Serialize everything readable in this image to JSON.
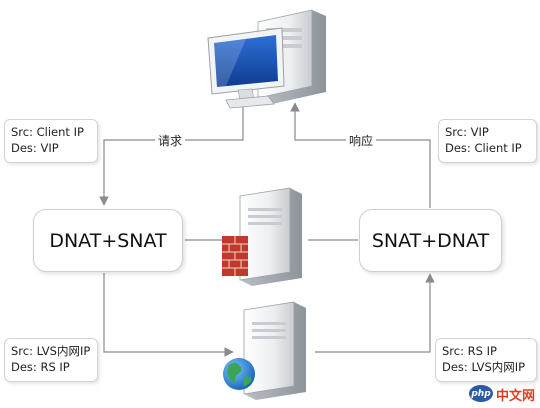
{
  "diagram": {
    "nodes": {
      "dnat_snat": "DNAT+SNAT",
      "snat_dnat": "SNAT+DNAT"
    },
    "edge_labels": {
      "request": "请求",
      "response": "响应"
    },
    "notes": {
      "client_to_lvs": {
        "src": "Src: Client IP",
        "des": "Des: VIP"
      },
      "lvs_to_client": {
        "src": "Src: VIP",
        "des": "Des: Client IP"
      },
      "lvs_to_rs": {
        "src": "Src: LVS内网IP",
        "des": "Des: RS IP"
      },
      "rs_to_lvs": {
        "src": "Src: RS IP",
        "des": "Des: LVS内网IP"
      }
    },
    "icons": [
      "desktop-computer-icon",
      "firewall-server-icon",
      "web-server-icon"
    ],
    "colors": {
      "line": "#8a8a8a",
      "firewall": "#c0392b",
      "globe": "#2e8bd6"
    }
  },
  "watermark": {
    "logo": "php",
    "text": "中文网"
  }
}
